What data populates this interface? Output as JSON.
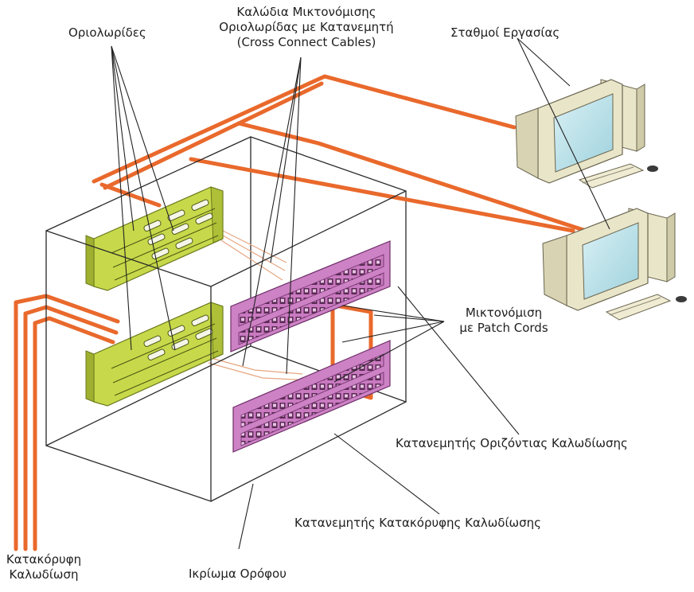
{
  "labels": {
    "patch_panels": "Οριολωρίδες",
    "cross_connect": [
      "Καλώδια Μικτονόμισης",
      "Οριολωρίδας με Κατανεμητή",
      "(Cross Connect Cables)"
    ],
    "workstations": "Σταθμοί Εργασίας",
    "patch_cords": [
      "Μικτονόμιση",
      "με Patch Cords"
    ],
    "horizontal_distributor": "Κατανεμητής Οριζόντιας Καλωδίωσης",
    "vertical_distributor": "Κατανεμητής Κατακόρυφης Καλωδίωσης",
    "vertical_cabling": [
      "Κατακόρυφη",
      "Καλωδίωση"
    ],
    "floor_rack": "Ικρίωμα Ορόφου"
  },
  "colors": {
    "cable": "#e9692c",
    "rack_edge": "#2a2a2a",
    "patch_panel": "#c7d94a",
    "distributor": "#cc82c4",
    "computer": "#e9e5c8",
    "screen": "#bfe4ec"
  }
}
